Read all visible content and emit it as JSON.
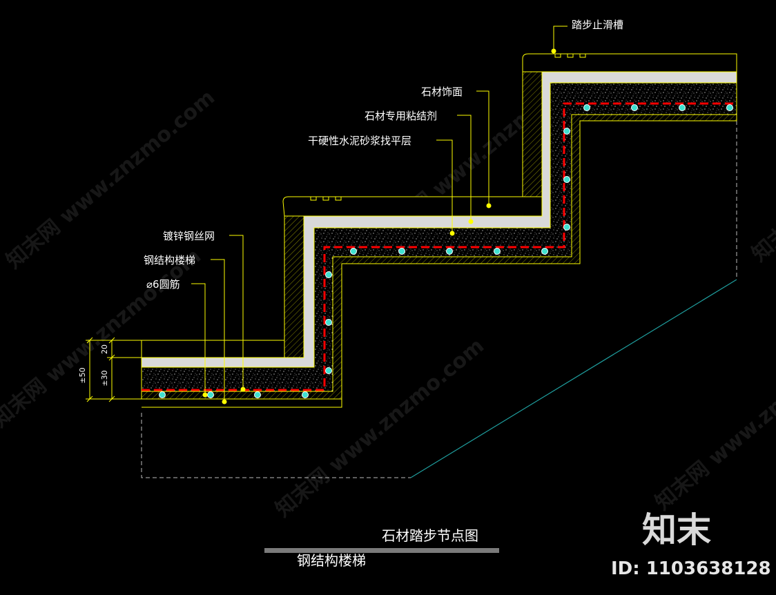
{
  "labels": {
    "anti_slip_groove": "踏步止滑槽",
    "stone_finish": "石材饰面",
    "stone_adhesive": "石材专用粘结剂",
    "dry_mortar_layer": "干硬性水泥砂浆找平层",
    "galvanized_mesh": "镀锌钢丝网",
    "steel_stair": "钢结构楼梯",
    "round_bar": "⌀6圆筋"
  },
  "dimensions": {
    "total": "±50",
    "top": "20",
    "bottom": "±30"
  },
  "title": {
    "main": "石材踏步节点图",
    "sub": "钢结构楼梯"
  },
  "watermark": {
    "text": "知末网 www.znzmo.com",
    "brand": "知末",
    "id": "ID: 1103638128"
  },
  "colors": {
    "outline": "#ffff00",
    "stone": "#d9d9d9",
    "mesh": "#ff0000",
    "hatch": "#ffffff",
    "bar": "#40e0d0",
    "cyan_line": "#1f9f9f",
    "leader": "#ffff00"
  }
}
